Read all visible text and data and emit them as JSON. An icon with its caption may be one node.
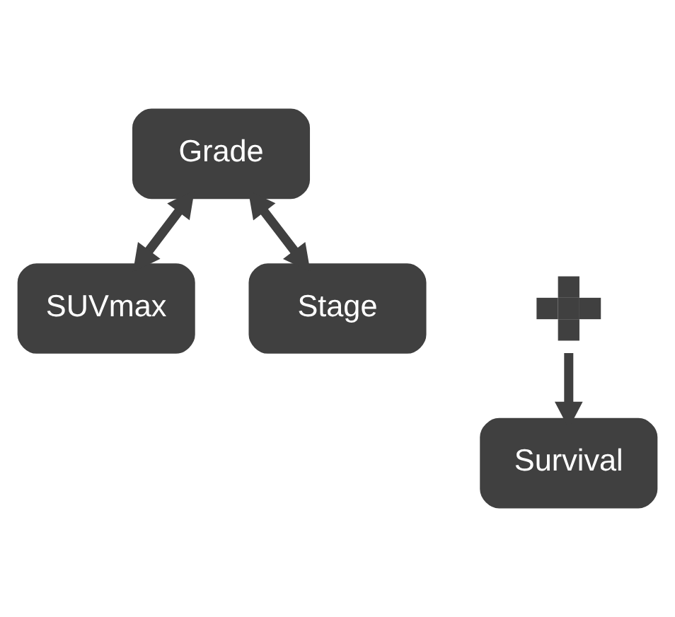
{
  "diagram": {
    "nodes": [
      {
        "text": [
          "Grade"
        ]
      },
      {
        "text": [
          "SUVmax"
        ]
      },
      {
        "text": [],
        "shape": "plus"
      },
      {
        "text": [
          "Stage"
        ]
      },
      {
        "text": [
          "Survival"
        ]
      }
    ],
    "edges": [
      {
        "from": 0,
        "to": 1,
        "arrow": "both"
      },
      {
        "from": 0,
        "to": 3,
        "arrow": "both"
      },
      {
        "from": 2,
        "to": 4,
        "arrow": "to"
      }
    ]
  }
}
